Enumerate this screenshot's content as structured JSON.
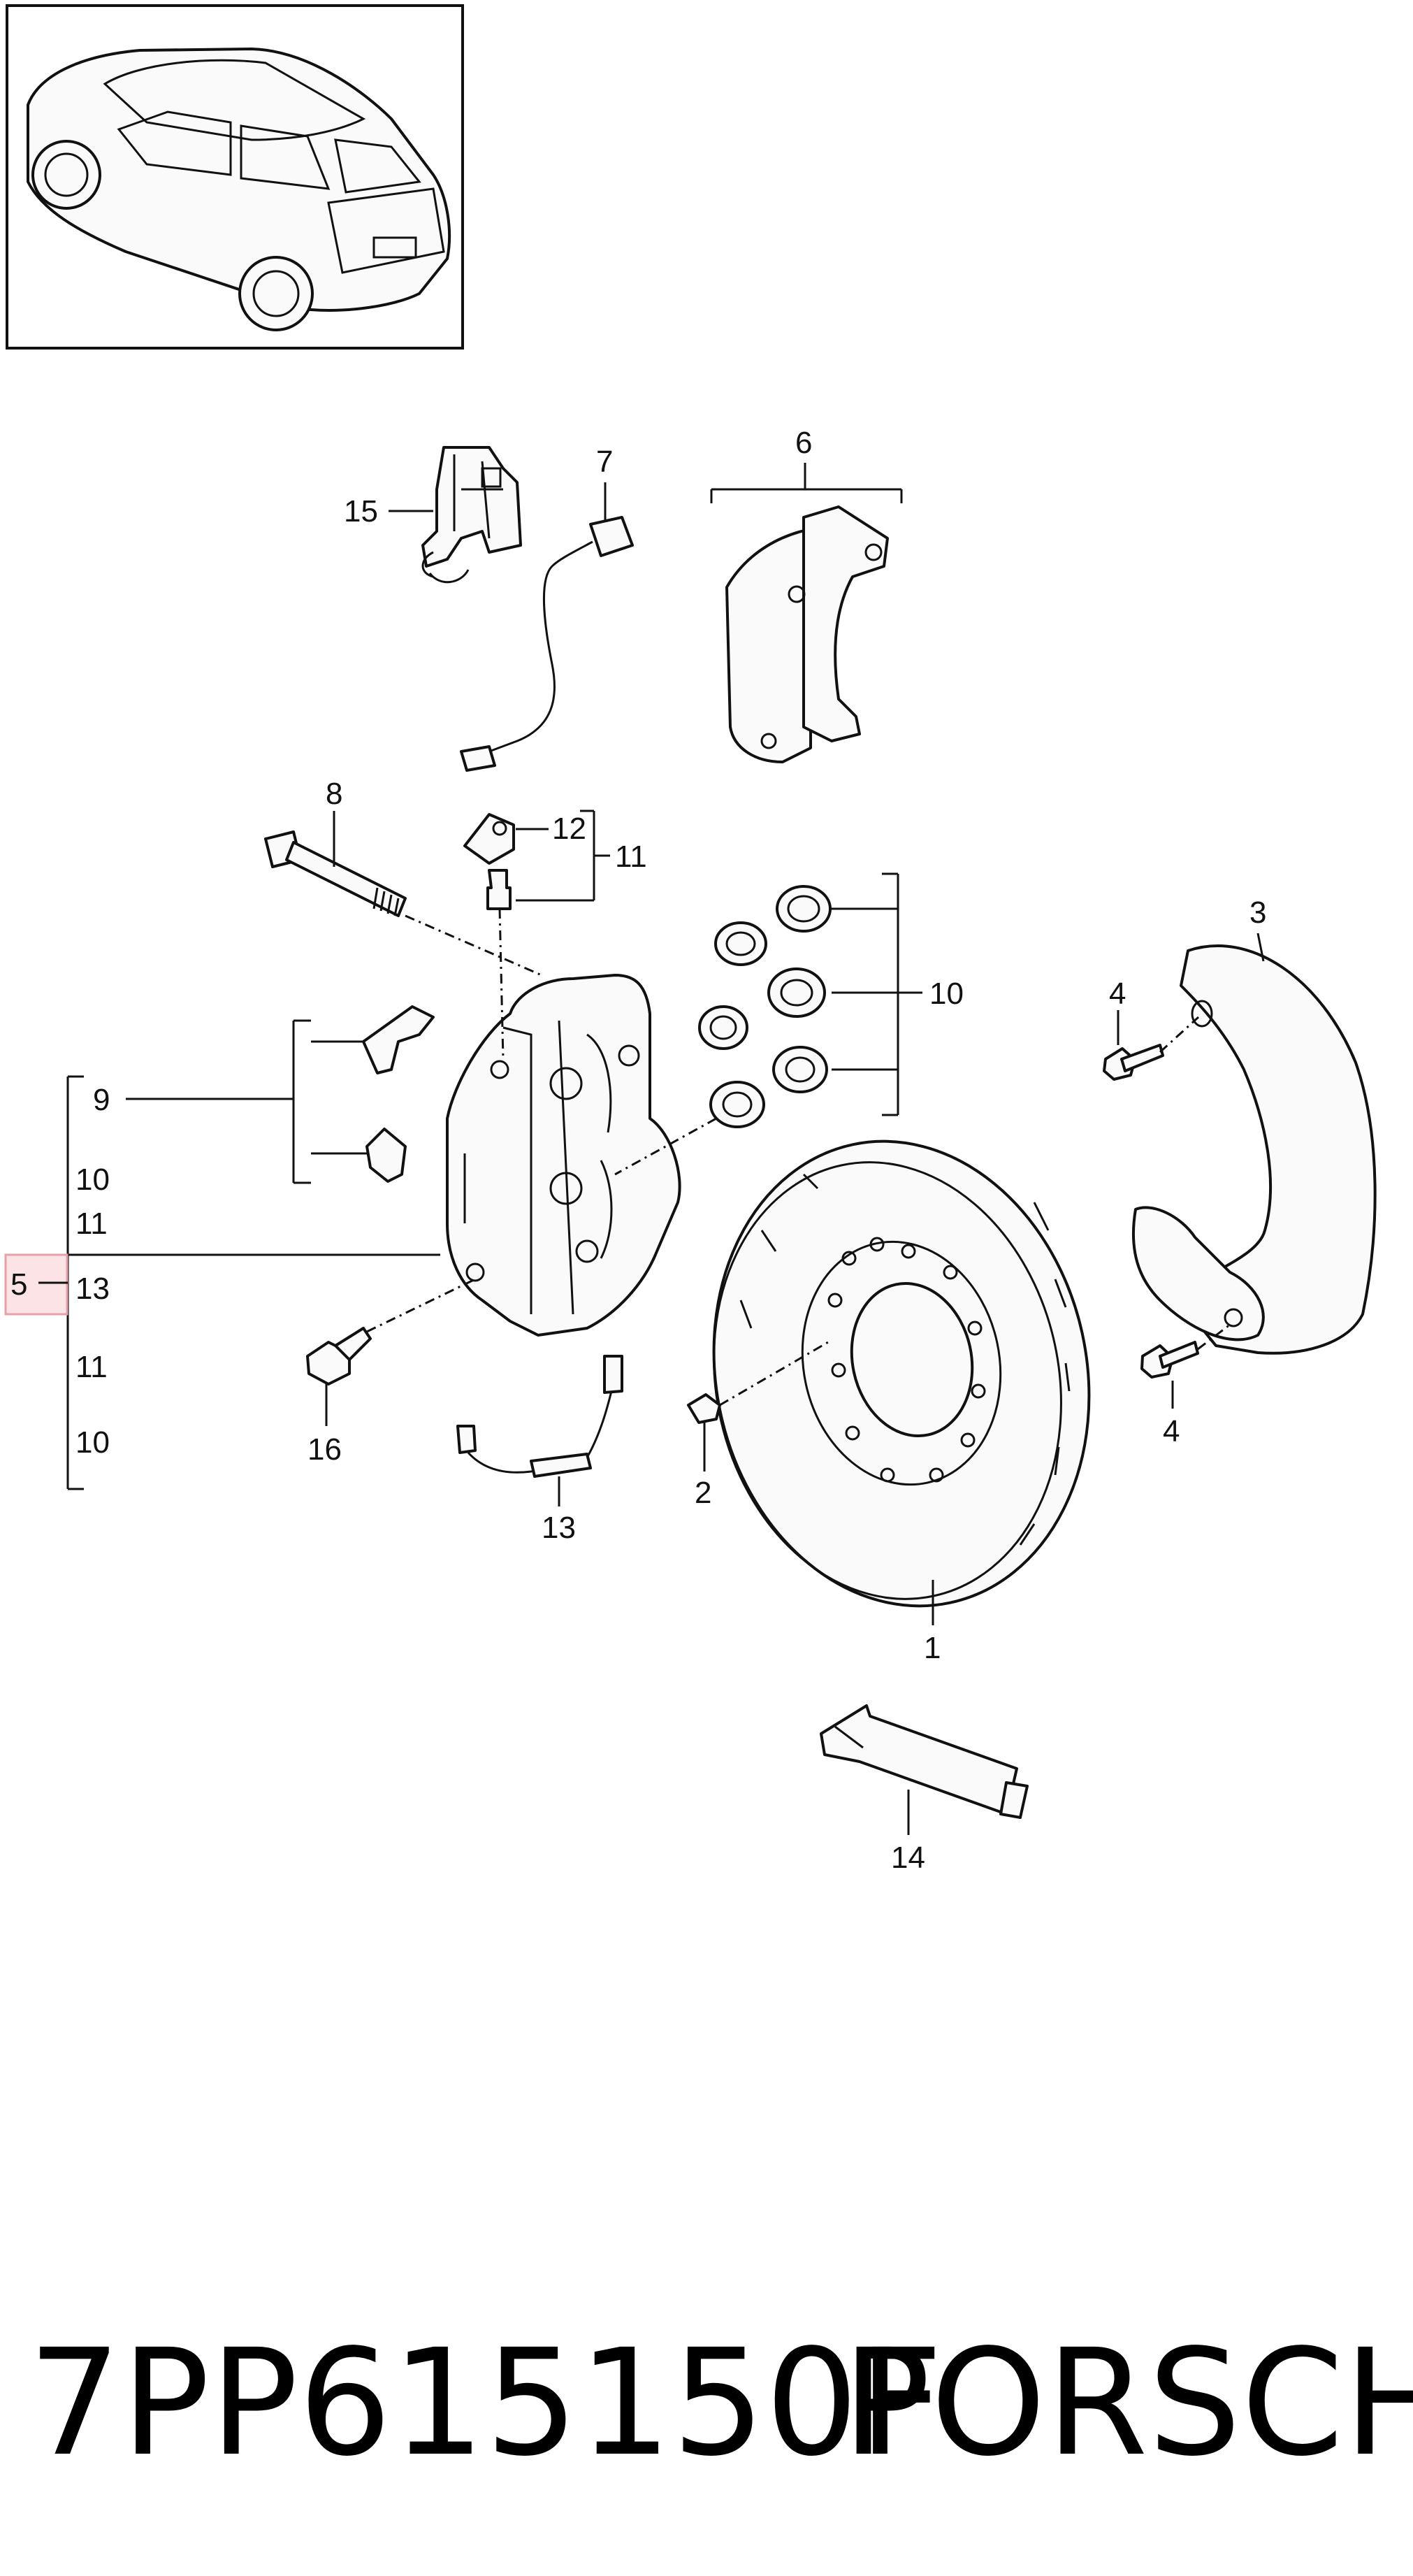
{
  "callouts": {
    "c1": "1",
    "c2": "2",
    "c3": "3",
    "c4a": "4",
    "c4b": "4",
    "c5": "5",
    "c6": "6",
    "c7": "7",
    "c8": "8",
    "c9": "9",
    "c10a": "10",
    "c10b": "10",
    "c10c": "10",
    "c11a": "11",
    "c11b": "11",
    "c11c": "11",
    "c12": "12",
    "c13a": "13",
    "c13b": "13",
    "c14": "14",
    "c15": "15",
    "c16": "16"
  },
  "highlight_color": "#e8a0a8",
  "footer": {
    "part_number": "7PP615150F",
    "brand": "PORSCHE"
  }
}
